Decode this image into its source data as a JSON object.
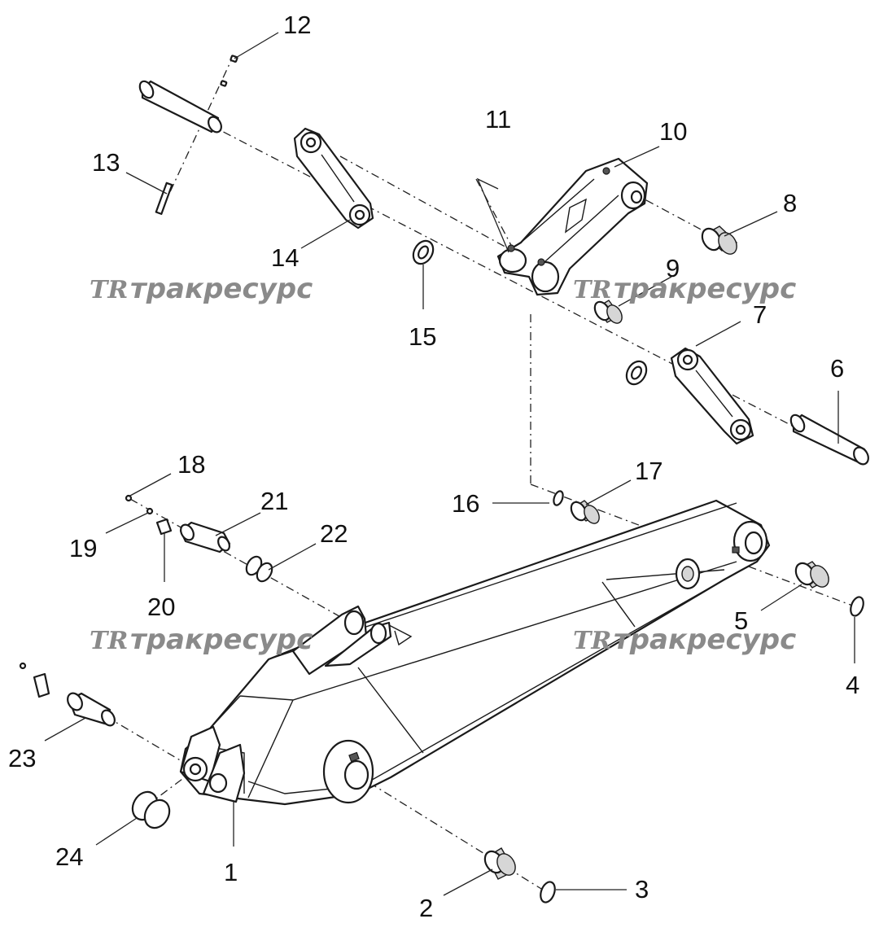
{
  "watermark": {
    "logo": "TR",
    "text": "тракресурс"
  },
  "callouts": [
    {
      "label": "1"
    },
    {
      "label": "2"
    },
    {
      "label": "3"
    },
    {
      "label": "4"
    },
    {
      "label": "5"
    },
    {
      "label": "6"
    },
    {
      "label": "7"
    },
    {
      "label": "8"
    },
    {
      "label": "9"
    },
    {
      "label": "10"
    },
    {
      "label": "11"
    },
    {
      "label": "12"
    },
    {
      "label": "13"
    },
    {
      "label": "14"
    },
    {
      "label": "15"
    },
    {
      "label": "16"
    },
    {
      "label": "17"
    },
    {
      "label": "18"
    },
    {
      "label": "19"
    },
    {
      "label": "20"
    },
    {
      "label": "21"
    },
    {
      "label": "22"
    },
    {
      "label": "23"
    },
    {
      "label": "24"
    }
  ]
}
